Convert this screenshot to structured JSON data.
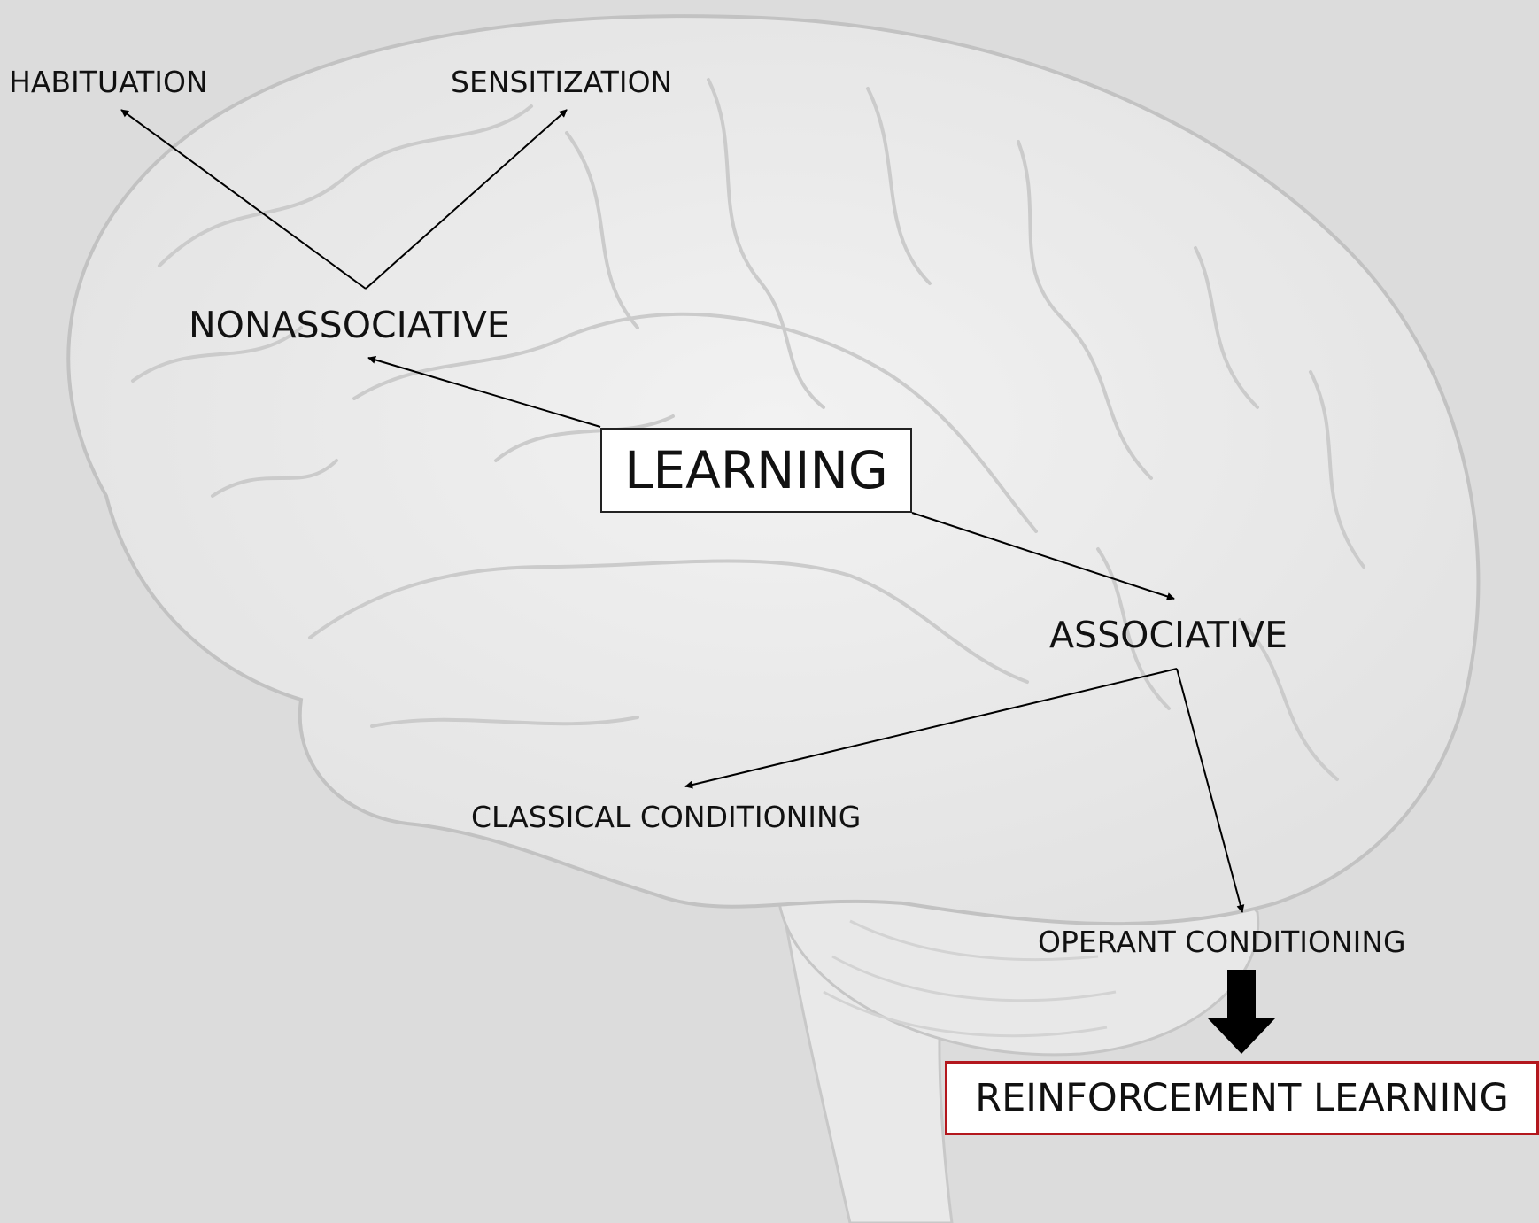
{
  "diagram": {
    "root": "LEARNING",
    "nonassociative": {
      "label": "NONASSOCIATIVE",
      "children": [
        "HABITUATION",
        "SENSITIZATION"
      ]
    },
    "associative": {
      "label": "ASSOCIATIVE",
      "children": [
        "CLASSICAL CONDITIONING",
        "OPERANT CONDITIONING"
      ]
    },
    "outcome": "REINFORCEMENT LEARNING",
    "colors": {
      "background": "#dcdcdc",
      "arrow": "#000000",
      "highlight_border": "#b3171d",
      "box_fill": "#ffffff"
    }
  },
  "background_image": "brain-silhouette"
}
